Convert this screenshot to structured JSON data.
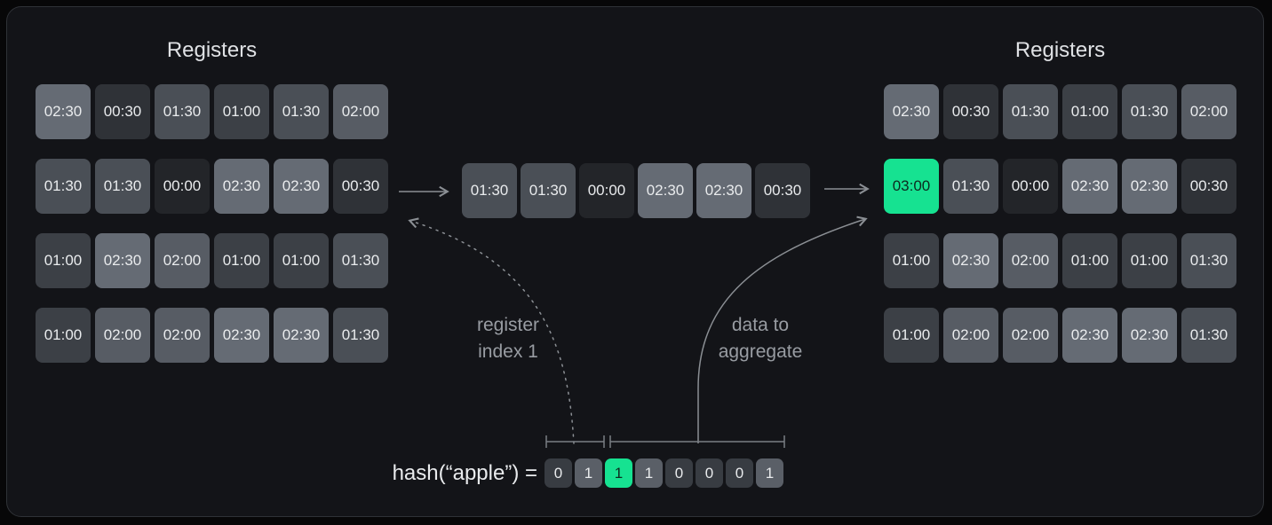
{
  "colors": {
    "page-bg": "#070708",
    "panel-bg": "#131418",
    "panel-border": "#2f3237",
    "accent": "#16e291",
    "accent-text": "#0d2b1f",
    "cell-text": "#e9ebed",
    "title-text": "#dfe1e4",
    "label-text": "#989ca2",
    "arrow": "#8b8f94",
    "bracket": "#7a7e84",
    "v0000": "#232529",
    "v0030": "#2f3237",
    "v0100": "#3c4046",
    "v0130": "#4a4f56",
    "v0200": "#575c64",
    "v0230": "#656b74",
    "bit0": "#383c42",
    "bit1": "#5a5f67"
  },
  "left_registers": {
    "title": "Registers",
    "rows": [
      [
        "02:30",
        "00:30",
        "01:30",
        "01:00",
        "01:30",
        "02:00"
      ],
      [
        "01:30",
        "01:30",
        "00:00",
        "02:30",
        "02:30",
        "00:30"
      ],
      [
        "01:00",
        "02:30",
        "02:00",
        "01:00",
        "01:00",
        "01:30"
      ],
      [
        "01:00",
        "02:00",
        "02:00",
        "02:30",
        "02:30",
        "01:30"
      ]
    ]
  },
  "middle_row": {
    "cells": [
      "01:30",
      "01:30",
      "00:00",
      "02:30",
      "02:30",
      "00:30"
    ]
  },
  "right_registers": {
    "title": "Registers",
    "rows": [
      [
        "02:30",
        "00:30",
        "01:30",
        "01:00",
        "01:30",
        "02:00"
      ],
      [
        "03:00",
        "01:30",
        "00:00",
        "02:30",
        "02:30",
        "00:30"
      ],
      [
        "01:00",
        "02:30",
        "02:00",
        "01:00",
        "01:00",
        "01:30"
      ],
      [
        "01:00",
        "02:00",
        "02:00",
        "02:30",
        "02:30",
        "01:30"
      ]
    ],
    "highlight": {
      "row": 1,
      "col": 0
    }
  },
  "annotations": {
    "register_index": [
      "register",
      "index 1"
    ],
    "data_to_aggregate": [
      "data to",
      "aggregate"
    ]
  },
  "hash": {
    "expression": "hash(“apple”) =",
    "bits": [
      "0",
      "1",
      "1",
      "1",
      "0",
      "0",
      "0",
      "1"
    ],
    "highlight_index": 2
  }
}
